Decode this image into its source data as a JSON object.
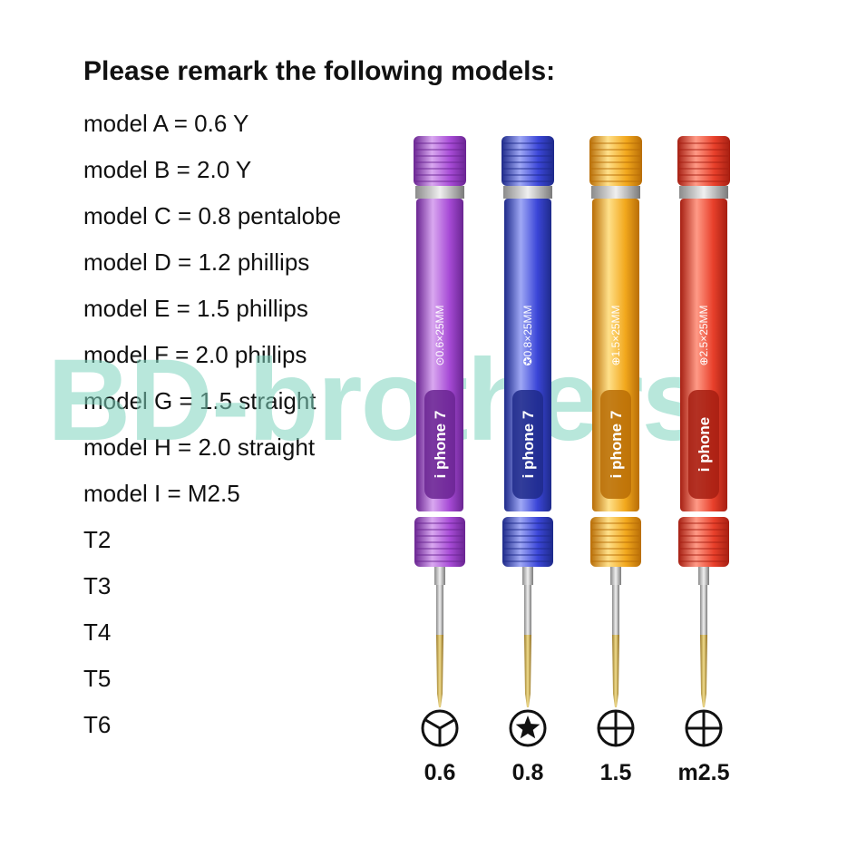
{
  "headline": "Please remark the following models:",
  "models": [
    "model A = 0.6 Y",
    "model B = 2.0 Y",
    "model C = 0.8 pentalobe",
    "model D = 1.2 phillips",
    "model E = 1.5 phillips",
    "model F = 2.0 phillips",
    "model G = 1.5 straight",
    "model H = 2.0 straight",
    "model I = M2.5",
    "T2",
    "T3",
    "T4",
    "T5",
    "T6"
  ],
  "watermark": "BD-brothers",
  "screwdrivers": [
    {
      "color": "#a74bd6",
      "dark": "#6a2592",
      "light": "#d9a8f0",
      "spec": "⊙0.6×25MM",
      "window_text": "i phone 7",
      "tip_label": "0.6",
      "tip_icon": "tri-wing-icon"
    },
    {
      "color": "#3b46d8",
      "dark": "#1e2a8a",
      "light": "#9fa8f5",
      "spec": "✪0.8×25MM",
      "window_text": "i phone 7",
      "tip_label": "0.8",
      "tip_icon": "pentalobe-star-icon"
    },
    {
      "color": "#f2a81d",
      "dark": "#b86d06",
      "light": "#ffe08a",
      "spec": "⊕1.5×25MM",
      "window_text": "i phone 7",
      "tip_label": "1.5",
      "tip_icon": "phillips-cross-icon"
    },
    {
      "color": "#e8402b",
      "dark": "#a61f12",
      "light": "#ff9a86",
      "spec": "⊕2.5×25MM",
      "window_text": "i phone",
      "tip_label": "m2.5",
      "tip_icon": "phillips-cross-icon"
    }
  ]
}
